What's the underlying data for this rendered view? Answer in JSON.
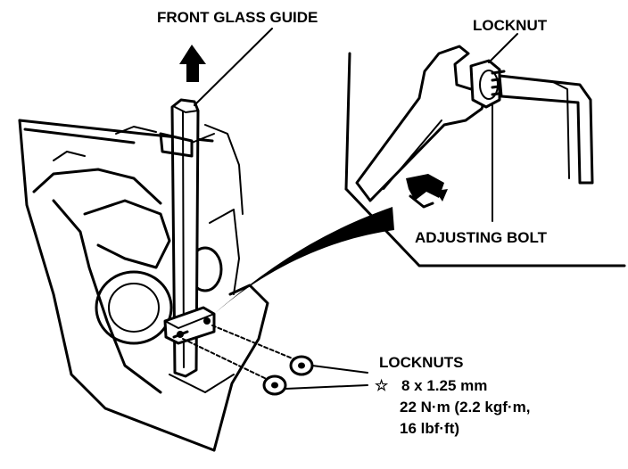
{
  "labels": {
    "front_glass_guide": "FRONT GLASS GUIDE",
    "locknut": "LOCKNUT",
    "adjusting_bolt": "ADJUSTING BOLT",
    "locknuts": "LOCKNUTS",
    "locknuts_size": "8 x 1.25 mm",
    "locknuts_torque_1": "22 N·m (2.2 kgf·m,",
    "locknuts_torque_2": "16 lbf·ft)"
  },
  "icons": {
    "star": "☆"
  }
}
